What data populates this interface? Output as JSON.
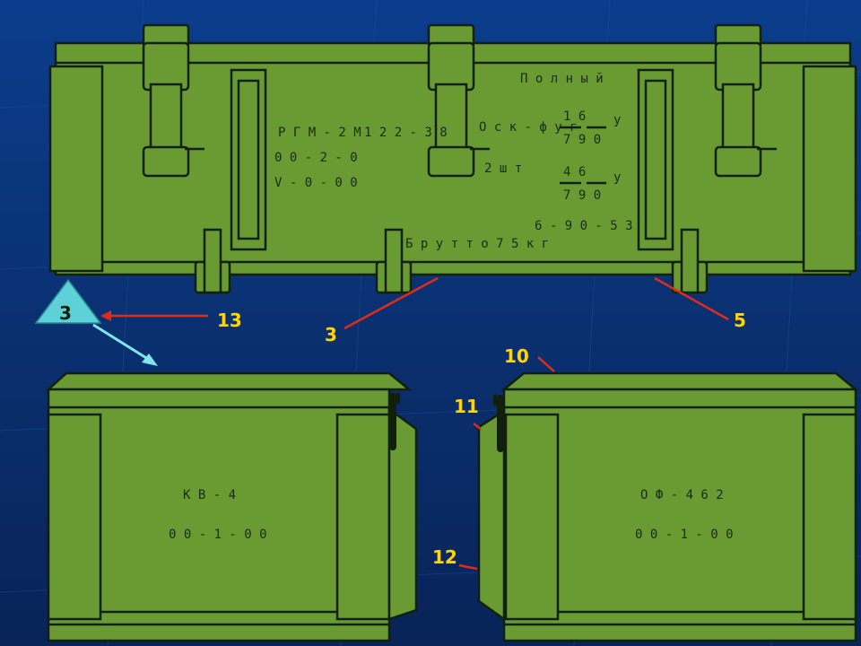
{
  "top_box": {
    "title_full": "П о л н ы й",
    "rgm": "Р Г М - 2 М",
    "caliber": "1 2 2 - 3 8",
    "code1": "0 0 - 2 - 0",
    "code2": "V - 0 - 0 0",
    "osk": "О с к - ф у г",
    "frac1_num": "1   6",
    "frac1_den": "7   9 0",
    "frac_y": "у",
    "count": "2 ш т",
    "frac2_num": "4   6",
    "frac2_den": "7   9 0",
    "lot": "6 - 9 0 - 5 3",
    "brutto": "Б р у т т о   7 5 к г"
  },
  "left_box": {
    "line1": "К В   - 4",
    "line2": "0 0  - 1 - 0 0"
  },
  "right_box": {
    "line1": "О Ф  - 4 6 2",
    "line2": "0 0  - 1 - 0 0"
  },
  "triangle_label": "3",
  "callouts": {
    "c13": "13",
    "c3": "3",
    "c5": "5",
    "c10": "10",
    "c11": "11",
    "c12": "12"
  },
  "colors": {
    "box_green": "#6a9a32",
    "outline": "#10200a",
    "callout_yellow": "#ffd400",
    "pointer_red": "#e02a1a",
    "triangle_cyan": "#5ed0d8"
  }
}
